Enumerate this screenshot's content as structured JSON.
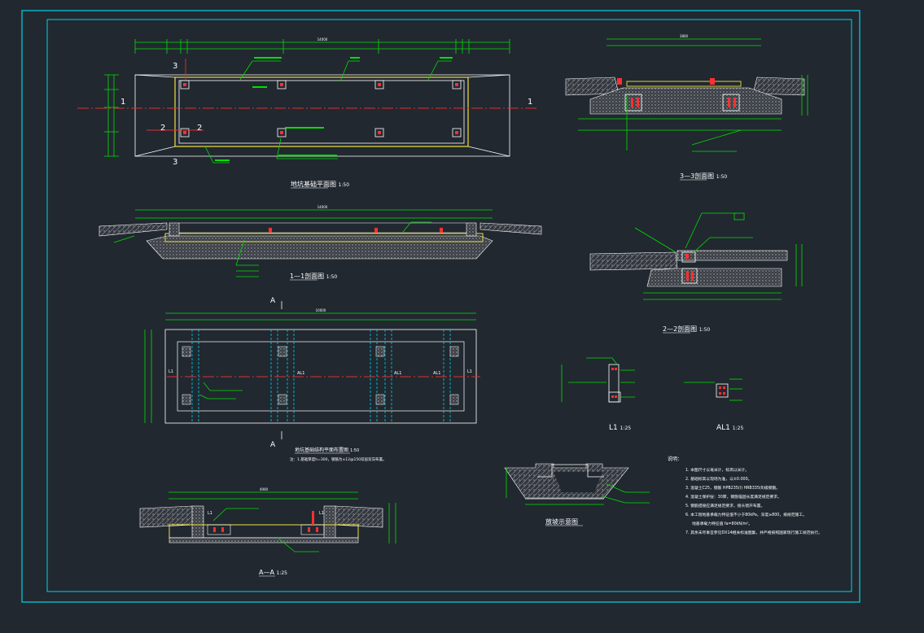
{
  "colors": {
    "background": "#212830",
    "frame": "#00d4e6",
    "structure": "#ffffff",
    "dimension": "#00e000",
    "axis": "#e03030",
    "slab": "#f0e040",
    "rebar": "#ff3030",
    "text": "#ffffff",
    "hatch": "#9a9a9a"
  },
  "views": {
    "plan": {
      "title": "地坑基础平面图",
      "scale": "1:50",
      "dim_total": "14000"
    },
    "sec11": {
      "title": "1—1剖面图",
      "scale": "1:50",
      "dim_total": "14000"
    },
    "sec33": {
      "title": "3—3剖面图",
      "scale": "1:50",
      "dim_total": "3800"
    },
    "sec22": {
      "title": "2—2剖面图",
      "scale": "1:50"
    },
    "rebar": {
      "title": "地坑基础结构平面布置图",
      "scale": "1:50",
      "note": "注：1.基础厚度h=300，钢筋为±12@150双层双向布置。",
      "dim_total": "10000"
    },
    "secAA": {
      "title": "A—A",
      "scale": "1:25",
      "dim_total": "4000"
    },
    "L1": {
      "title": "L1",
      "scale": "1:25"
    },
    "AL1": {
      "title": "AL1",
      "scale": "1:25"
    },
    "slope": {
      "title": "放坡示意图"
    }
  },
  "markers": {
    "s1": "1",
    "s2": "2",
    "s3": "3",
    "sA": "A",
    "beam_L1": "L1",
    "beam_AL1": "AL1"
  },
  "notes": {
    "heading": "说明：",
    "lines": [
      "1. 本图尺寸以毫米计，标高以米计。",
      "2. 基础标高以现场为准，以±0.000。",
      "3. 混凝土C25，钢筋 HPB235(Ⅰ) HRB335(Ⅱ)级钢筋。",
      "4. 混凝土保护层：30厚，钢筋锚固长度满足规范要求。",
      "5. 钢筋搭接应满足规范要求，接头错开布置。",
      "6. 本工程地基承载力特征值不小于80kPa，深度≥800，按规范施工。",
      "地基承载力特征值 fa=80kN/m²。",
      "7. 其余未尽事宜参见DX14相关标准图集，并严格按照国家现行施工规范执行。"
    ]
  }
}
